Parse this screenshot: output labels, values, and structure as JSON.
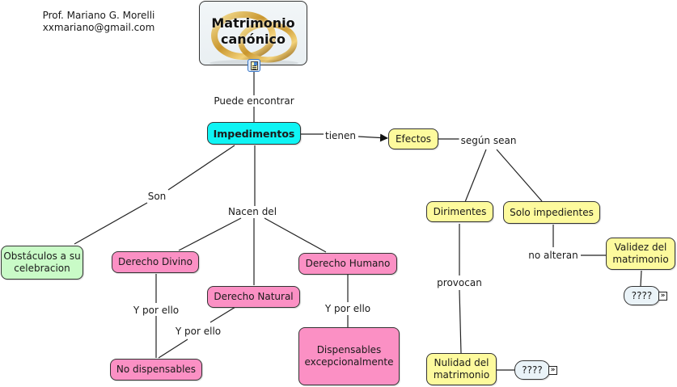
{
  "author": {
    "name": "Prof. Mariano G. Morelli",
    "email": "xxmariano@gmail.com"
  },
  "root": {
    "title_line1": "Matrimonio",
    "title_line2": "canónico",
    "resource_icon": "document-image-icon"
  },
  "nodes": {
    "impedimentos": "Impedimentos",
    "efectos": "Efectos",
    "obstaculos": "Obstáculos a su celebracion",
    "derecho_divino": "Derecho Divino",
    "derecho_natural": "Derecho Natural",
    "derecho_humano": "Derecho Humano",
    "no_dispensables": "No dispensables",
    "dispensables": "Dispensables excepcionalmente",
    "dirimentes": "Dirimentes",
    "solo_impedientes": "Solo impedientes",
    "validez": "Validez del matrimonio",
    "nulidad": "Nulidad del matrimonio",
    "unknown_1": "????",
    "unknown_2": "????"
  },
  "links": {
    "puede_encontrar": "Puede encontrar",
    "tienen": "tienen",
    "segun_sean": "según sean",
    "son": "Son",
    "nacen_del": "Nacen del",
    "y_por_ello_divino": "Y por ello",
    "y_por_ello_natural": "Y por ello",
    "y_por_ello_humano": "Y por ello",
    "provocan": "provocan",
    "no_alteran": "no alteran"
  },
  "icons": {
    "expand": "»"
  },
  "colors": {
    "root_bg": "#eef3f6",
    "central": "#00f5f5",
    "green": "#c9fbc7",
    "pink": "#fb90c4",
    "yellow": "#fdfa9d",
    "grey": "#eaf3f8"
  }
}
